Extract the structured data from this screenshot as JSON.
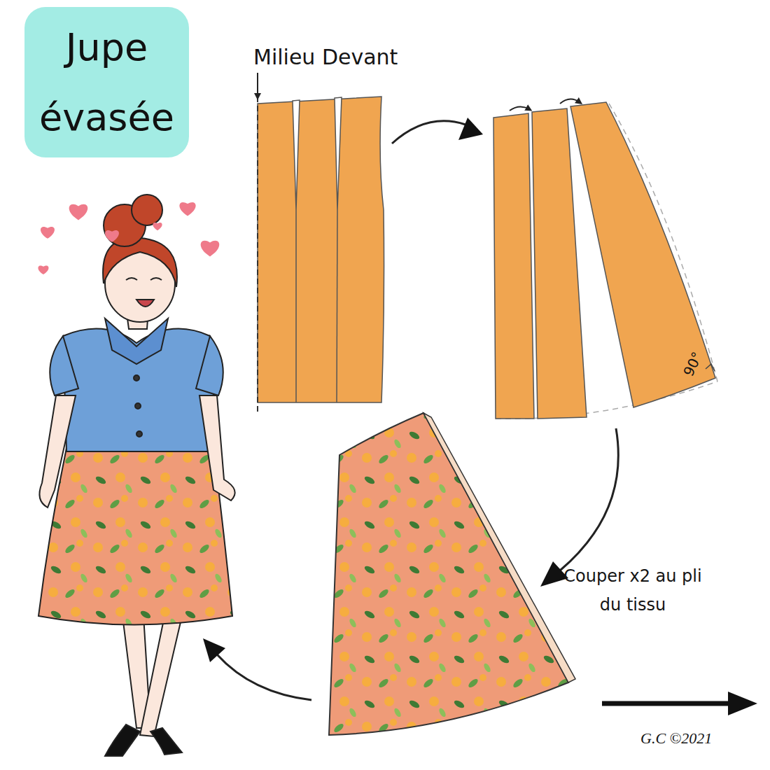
{
  "diagram": {
    "title": "Jupe évasée",
    "labels": [
      "Milieu Devant",
      "90°",
      "Couper x2 au pli du tissu",
      "G.C ©2021"
    ]
  }
}
